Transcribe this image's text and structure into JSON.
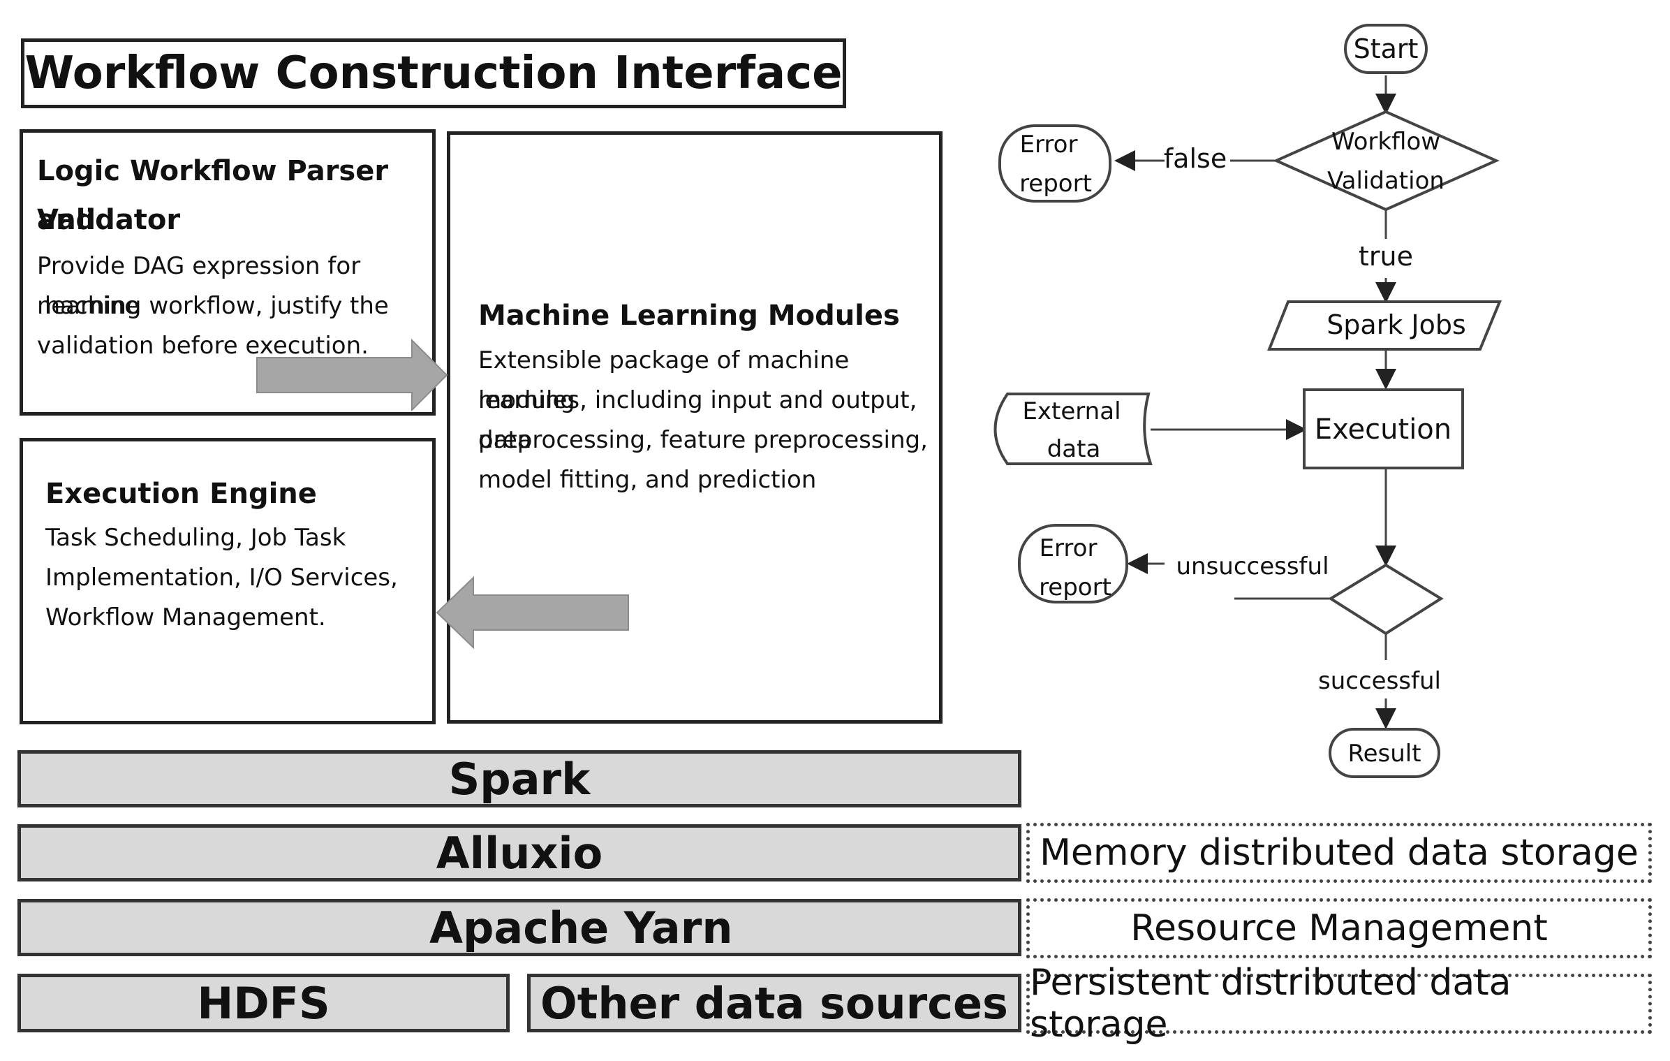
{
  "header": {
    "title": "Workflow Construction Interface"
  },
  "parser": {
    "title_line1": "Logic Workflow Parser and",
    "title_line2": "Validator",
    "desc_lines": [
      "Provide DAG expression for machine",
      " learning workflow, justify the",
      "validation before execution."
    ]
  },
  "engine": {
    "title": "Execution Engine",
    "desc_lines": [
      "Task Scheduling, Job Task",
      "Implementation, I/O Services,",
      "Workflow Management."
    ]
  },
  "ml": {
    "title": "Machine Learning Modules",
    "desc_lines": [
      "Extensible package of machine learning",
      "modules, including input and output, data",
      "preprocessing, feature preprocessing,",
      "model fitting, and prediction"
    ]
  },
  "layers": {
    "spark": "Spark",
    "alluxio": "Alluxio",
    "yarn": "Apache Yarn",
    "hdfs": "HDFS",
    "other": "Other data sources"
  },
  "layer_notes": {
    "memory": "Memory distributed data storage",
    "resource": "Resource Management",
    "persistent": "Persistent distributed data storage"
  },
  "flowchart": {
    "start": "Start",
    "validation_line1": "Workflow",
    "validation_line2": "Validation",
    "false_label": "false",
    "true_label": "true",
    "error1_line1": "Error",
    "error1_line2": "report",
    "spark_jobs": "Spark Jobs",
    "external_line1": "External",
    "external_line2": "data",
    "execution": "Execution",
    "error2_line1": "Error",
    "error2_line2": "report",
    "unsuccessful_label": "unsuccessful",
    "successful_label": "successful",
    "result": "Result"
  }
}
